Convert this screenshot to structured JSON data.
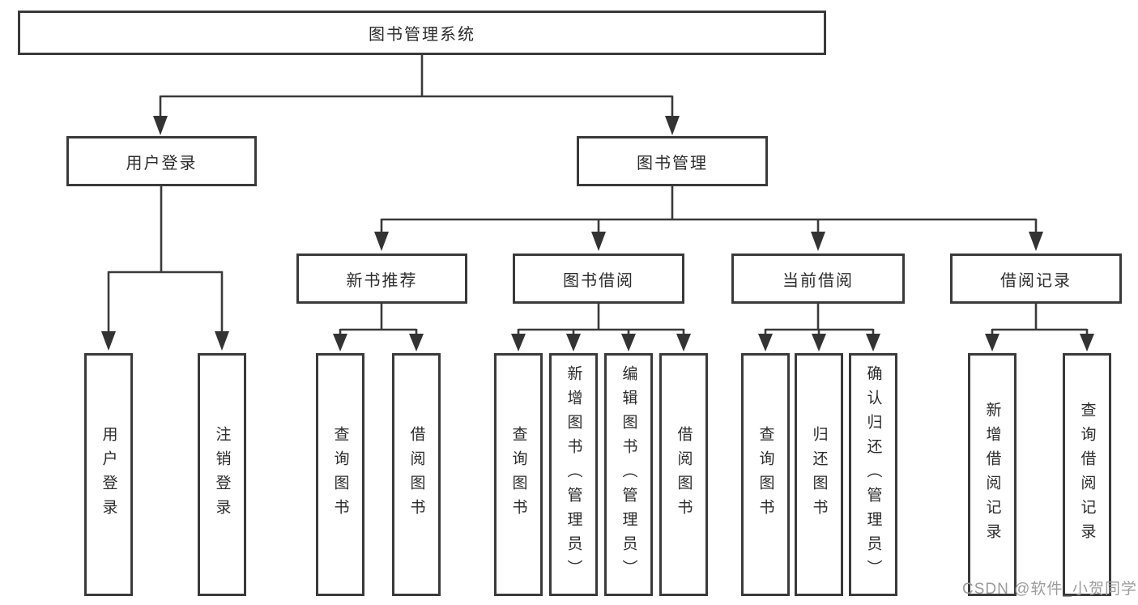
{
  "diagram": {
    "title": "图书管理系统",
    "root": {
      "label": "图书管理系统"
    },
    "branches": [
      {
        "label": "用户登录",
        "children": [
          {
            "label": "用户登录"
          },
          {
            "label": "注销登录"
          }
        ]
      },
      {
        "label": "图书管理",
        "children": [
          {
            "label": "新书推荐",
            "children": [
              {
                "label": "查询图书"
              },
              {
                "label": "借阅图书"
              }
            ]
          },
          {
            "label": "图书借阅",
            "children": [
              {
                "label": "查询图书"
              },
              {
                "label": "新增图书（管理员）"
              },
              {
                "label": "编辑图书（管理员）"
              },
              {
                "label": "借阅图书"
              }
            ]
          },
          {
            "label": "当前借阅",
            "children": [
              {
                "label": "查询图书"
              },
              {
                "label": "归还图书"
              },
              {
                "label": "确认归还（管理员）"
              }
            ]
          },
          {
            "label": "借阅记录",
            "children": [
              {
                "label": "新增借阅记录"
              },
              {
                "label": "查询借阅记录"
              }
            ]
          }
        ]
      }
    ],
    "colors": {
      "box_border": "#3a3a3a",
      "connector": "#3a3a3a",
      "text": "#2b2b2b",
      "background": "#ffffff",
      "watermark": "#9c9c9c"
    }
  },
  "watermark": {
    "text": "CSDN @软件_小贺同学"
  }
}
